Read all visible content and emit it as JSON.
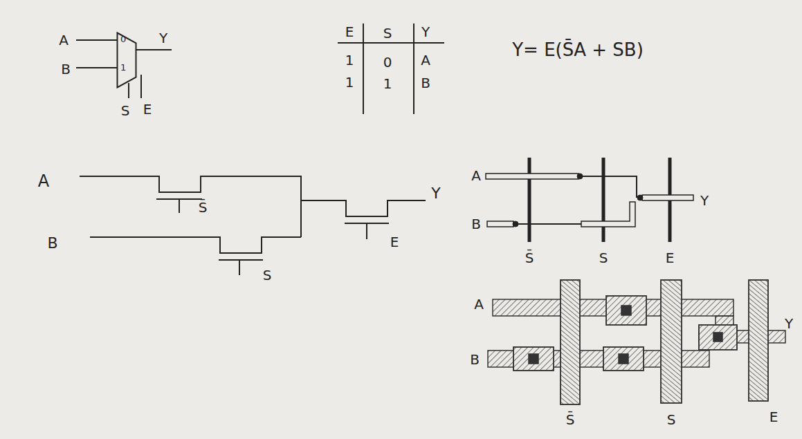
{
  "diagram": {
    "nodes": [
      {
        "text": [
          "0",
          "1"
        ]
      }
    ],
    "labels": [
      "A",
      "B",
      "Y",
      "S",
      "E",
      "E",
      "S",
      "Y",
      "1",
      "0",
      "A",
      "1",
      "1",
      "B",
      "Y= E(S̄A + SB)",
      "A",
      "B",
      "S̄",
      "Y",
      "S",
      "E",
      "A",
      "B",
      "Y",
      "S̄",
      "S",
      "E",
      "A",
      "Y",
      "B",
      "S̄",
      "S",
      "E"
    ]
  }
}
